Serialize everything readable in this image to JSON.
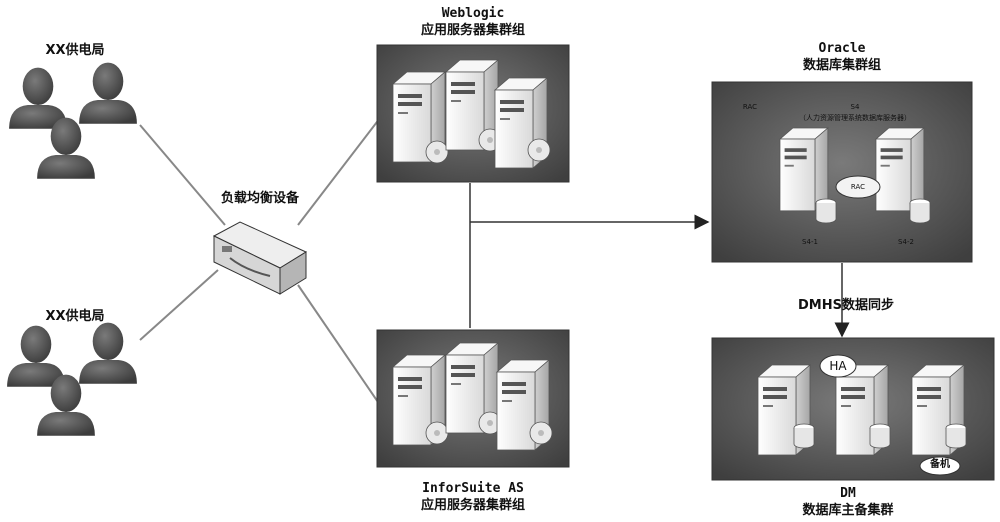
{
  "groups": {
    "weblogic": {
      "product": "Weblogic",
      "name": "应用服务器集群组"
    },
    "inforsuite": {
      "product": "InforSuite AS",
      "name": "应用服务器集群组"
    },
    "oracle": {
      "product": "Oracle",
      "name": "数据库集群组",
      "rac_label": "RAC",
      "system_name": "S4",
      "system_desc": "（人力资源管理系统数据库服务器）",
      "interconnect": "RAC",
      "nodes": [
        "S4-1",
        "S4-2"
      ]
    },
    "dm": {
      "product": "DM",
      "name": "数据库主备集群",
      "ha_label": "HA",
      "standby_label": "备机"
    }
  },
  "users": {
    "top": "XX供电局",
    "bottom": "XX供电局"
  },
  "load_balancer": {
    "label": "负载均衡设备"
  },
  "sync": {
    "label": "DMHS数据同步"
  },
  "colors": {
    "panel_dark": "#4b4b4b",
    "panel_mid": "#6e6e6e",
    "server": "#efefef",
    "person": "#5a5a5a",
    "line": "#888888"
  }
}
